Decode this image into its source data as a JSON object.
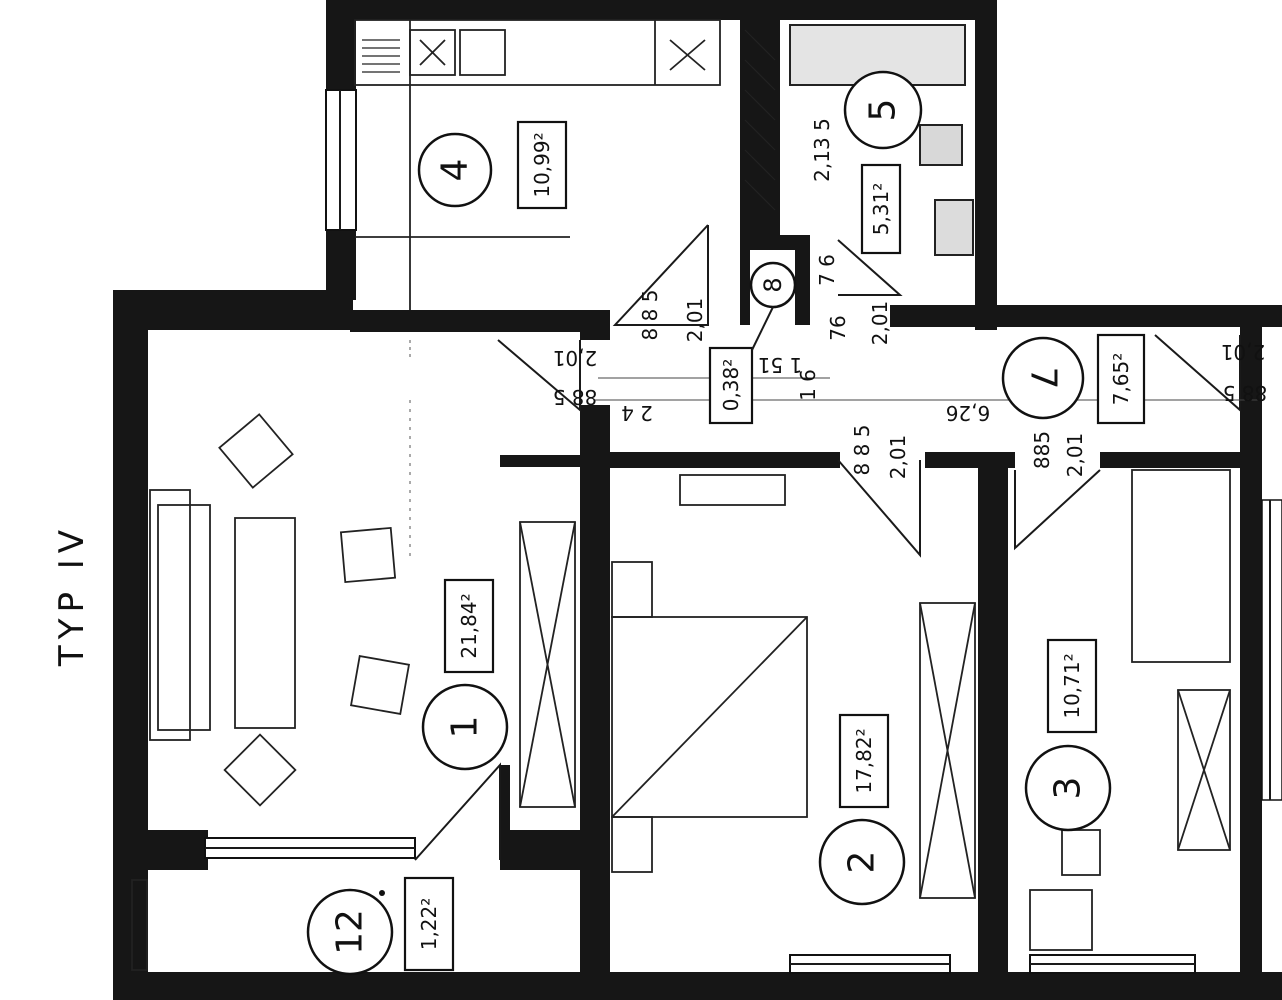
{
  "plan_type": "TYP IV",
  "rooms": [
    {
      "number": "1",
      "area": "21,84²"
    },
    {
      "number": "2",
      "area": "17,82²"
    },
    {
      "number": "3",
      "area": "10,71²"
    },
    {
      "number": "4",
      "area": "10,99²"
    },
    {
      "number": "5",
      "area": "5,31²"
    },
    {
      "number": "7",
      "area": "7,65²"
    },
    {
      "number": "8",
      "area": "0,38²"
    },
    {
      "number": "12",
      "area": "1,22²"
    }
  ],
  "dimensions": {
    "d_885": "8 8 5",
    "d_201": "2,01",
    "d_885b": "88 5",
    "d_885c": "8 8 5",
    "d_885d": "885",
    "d_2135": "2,13 5",
    "d_76": "76",
    "d_76b": "7 6",
    "d_151": "1 51",
    "d_16": "1 6",
    "d_24": "2 4",
    "d_626": "6,26"
  }
}
